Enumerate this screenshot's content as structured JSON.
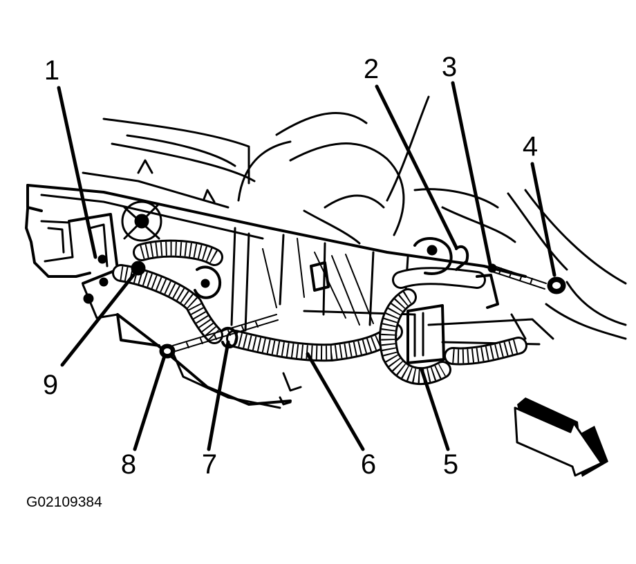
{
  "figure_id": "G02109384",
  "callouts": [
    "1",
    "2",
    "3",
    "4",
    "5",
    "6",
    "7",
    "8",
    "9"
  ],
  "colors": {
    "ink": "#000000",
    "paper": "#ffffff"
  },
  "icons": {
    "direction_arrow": "front-direction-arrow-icon"
  }
}
